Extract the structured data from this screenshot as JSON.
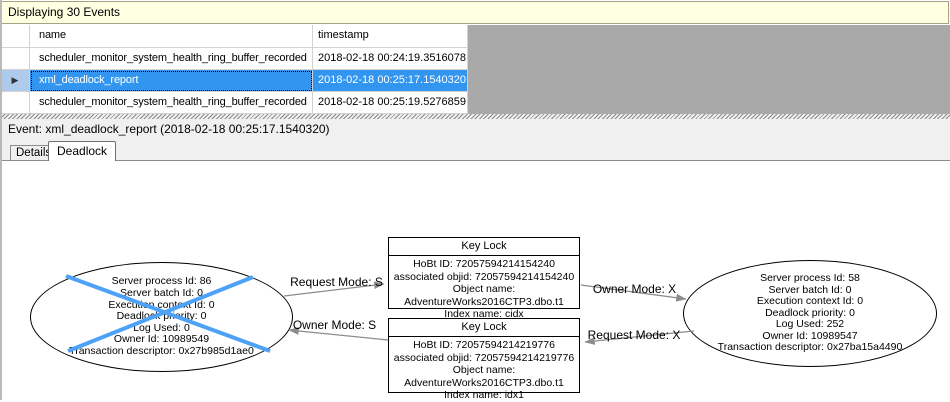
{
  "window": {
    "events_summary": "Displaying 30 Events",
    "event_title": "Event: xml_deadlock_report (2018-02-18 00:25:17.1540320)"
  },
  "icons": {
    "row_selector": "▶"
  },
  "grid": {
    "columns": {
      "name": "name",
      "timestamp": "timestamp"
    },
    "rows": [
      {
        "name": "scheduler_monitor_system_health_ring_buffer_recorded",
        "timestamp": "2018-02-18 00:24:19.3516078",
        "selected": false
      },
      {
        "name": "xml_deadlock_report",
        "timestamp": "2018-02-18 00:25:17.1540320",
        "selected": true
      },
      {
        "name": "scheduler_monitor_system_health_ring_buffer_recorded",
        "timestamp": "2018-02-18 00:25:19.5276859",
        "selected": false
      }
    ]
  },
  "tabs": {
    "details": "Details",
    "deadlock": "Deadlock",
    "active": "Deadlock"
  },
  "graph": {
    "processes": [
      {
        "role": "deadlock-victim",
        "lines": [
          "Server process Id: 86",
          "Server batch Id: 0",
          "Execution context Id: 0",
          "Deadlock priority: 0",
          "Log Used: 0",
          "Owner Id: 10989549",
          "Transaction descriptor: 0x27b985d1ae0"
        ]
      },
      {
        "role": "survivor",
        "lines": [
          "Server process Id: 58",
          "Server batch Id: 0",
          "Execution context Id: 0",
          "Deadlock priority: 0",
          "Log Used: 252",
          "Owner Id: 10989547",
          "Transaction descriptor: 0x27ba15a4490"
        ]
      }
    ],
    "resources": [
      {
        "title": "Key Lock",
        "lines": [
          "HoBt ID: 72057594214154240",
          "associated objid: 72057594214154240",
          "Object name: AdventureWorks2016CTP3.dbo.t1",
          "Index name: cidx"
        ]
      },
      {
        "title": "Key Lock",
        "lines": [
          "HoBt ID: 72057594214219776",
          "associated objid: 72057594214219776",
          "Object name: AdventureWorks2016CTP3.dbo.t1",
          "Index name: idx1"
        ]
      }
    ],
    "edges": [
      {
        "label": "Request Mode: S"
      },
      {
        "label": "Owner Mode: S"
      },
      {
        "label": "Owner Mode: X"
      },
      {
        "label": "Request Mode: X"
      }
    ]
  },
  "colors": {
    "selection_blue": "#3296f1",
    "victim_cross_blue": "#4da2f8",
    "info_bar_yellow": "#ffffe1",
    "empty_area_gray": "#a9a9a9",
    "arrow_gray": "#8c8c8c"
  }
}
